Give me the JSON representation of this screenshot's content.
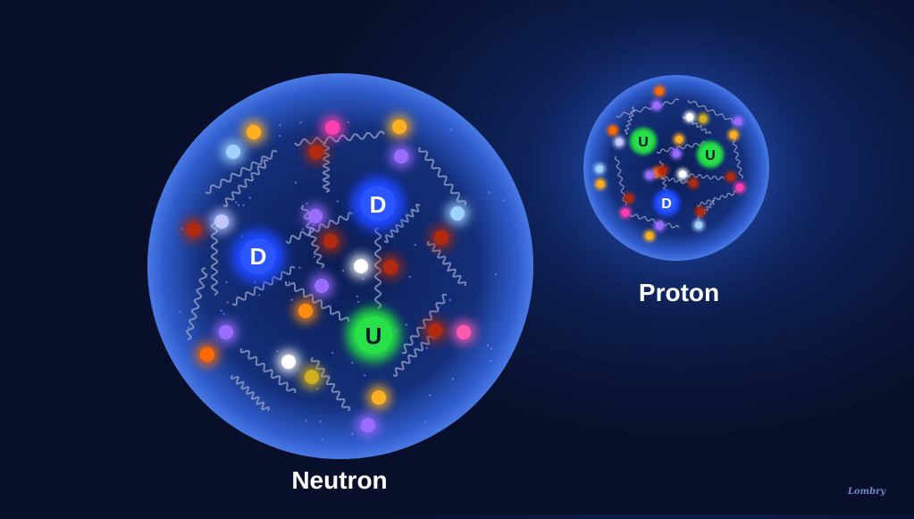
{
  "particles": [
    {
      "id": "neutron",
      "label": "Neutron",
      "quarks": [
        {
          "letter": "D",
          "color": "#1f46ff"
        },
        {
          "letter": "D",
          "color": "#1f46ff"
        },
        {
          "letter": "U",
          "color": "#22dd44"
        }
      ]
    },
    {
      "id": "proton",
      "label": "Proton",
      "quarks": [
        {
          "letter": "U",
          "color": "#22dd44"
        },
        {
          "letter": "U",
          "color": "#22dd44"
        },
        {
          "letter": "D",
          "color": "#1f46ff"
        }
      ]
    }
  ],
  "credit": "Lombry",
  "colors": {
    "sphere_edge": "#3a6ad8",
    "sphere_core": "#0c1d55",
    "gluon": "#9aa4c8",
    "sea_quarks": [
      "#ffb020",
      "#ff3fb0",
      "#b02a10",
      "#9a6cff",
      "#9fd0ff",
      "#ffffff",
      "#d0b020",
      "#ff6a00"
    ]
  }
}
